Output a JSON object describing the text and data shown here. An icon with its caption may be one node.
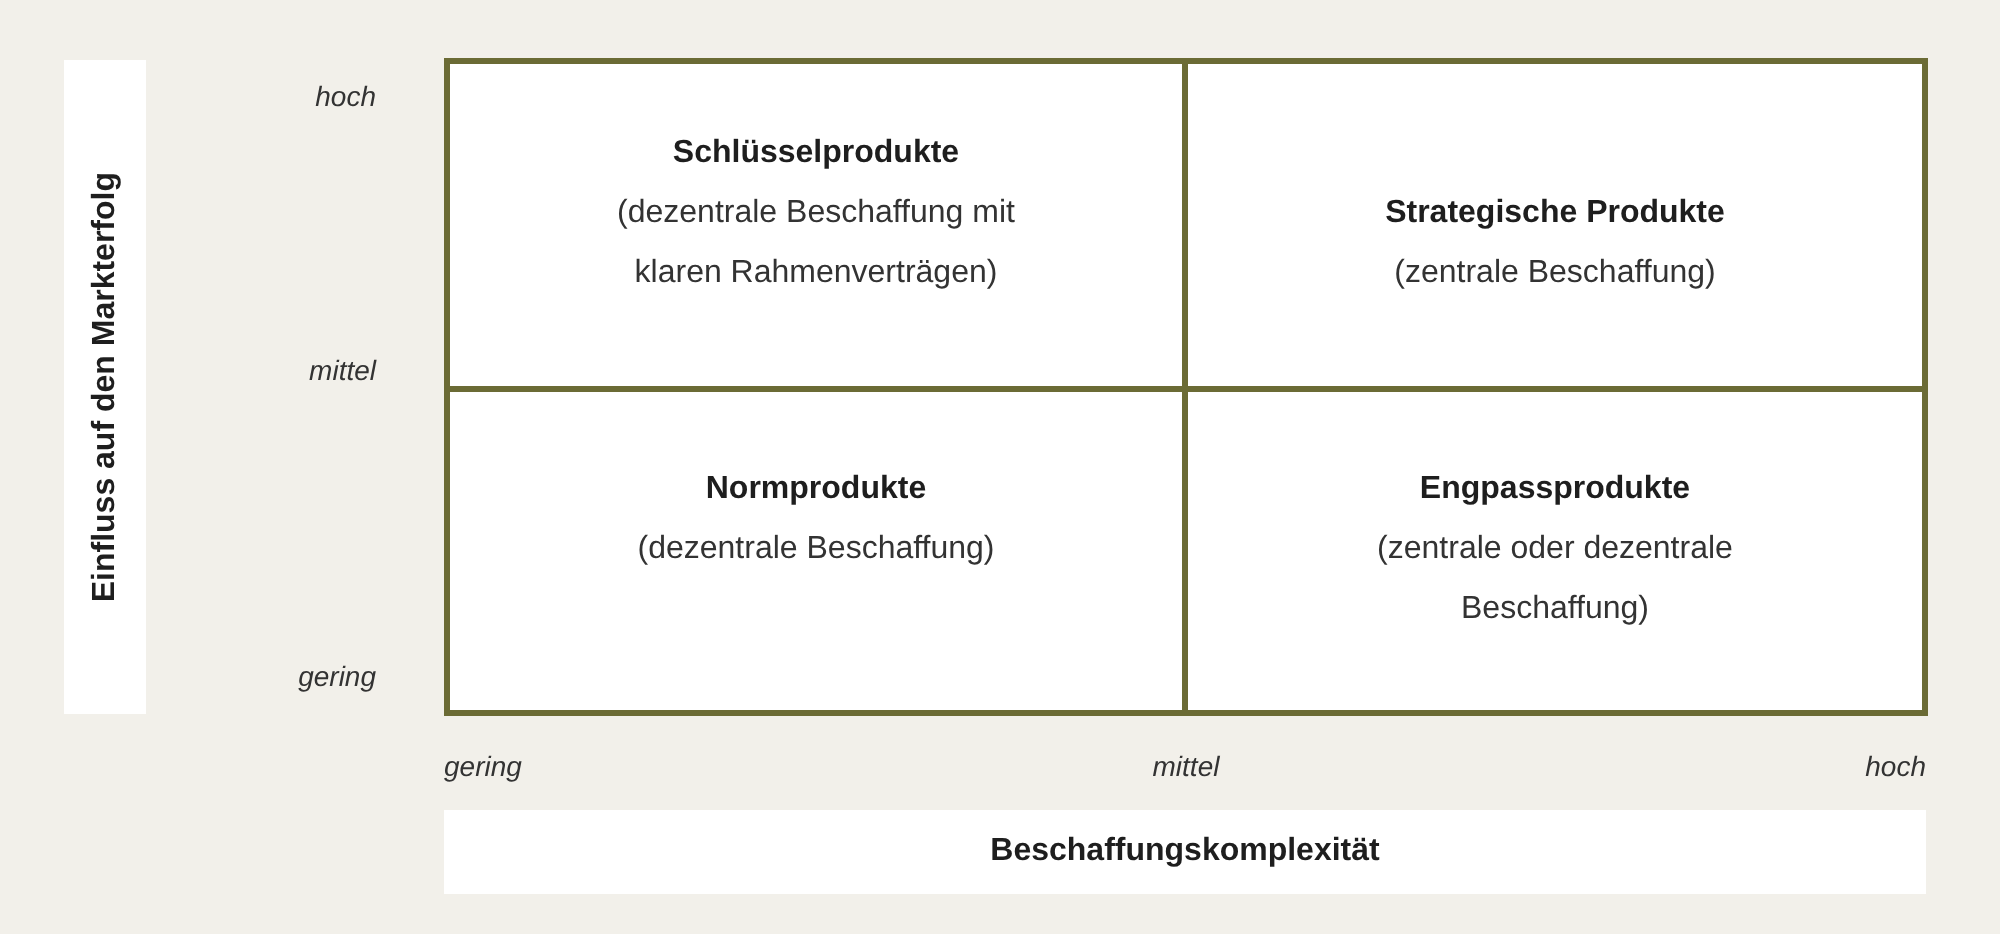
{
  "diagram": {
    "nodes": [
      {
        "text": [
          "Einfluss auf den Markterfolg"
        ]
      },
      {
        "text": [
          "Schlüsselprodukte",
          "(dezentrale Beschaffung mit klaren Rahmenverträgen)"
        ]
      },
      {
        "text": [
          "Strategische Produkte",
          "(zentrale Beschaffung)"
        ]
      },
      {
        "text": [
          "Normprodukte",
          "(dezentrale Beschaffung)"
        ]
      },
      {
        "text": [
          "Engpassprodukte",
          "(zentrale oder dezentrale Beschaffung)"
        ]
      },
      {
        "text": [
          "Beschaffungskomplexität"
        ]
      }
    ],
    "labels": [
      "hoch",
      "mittel",
      "gering",
      "gering",
      "mittel",
      "hoch"
    ]
  }
}
